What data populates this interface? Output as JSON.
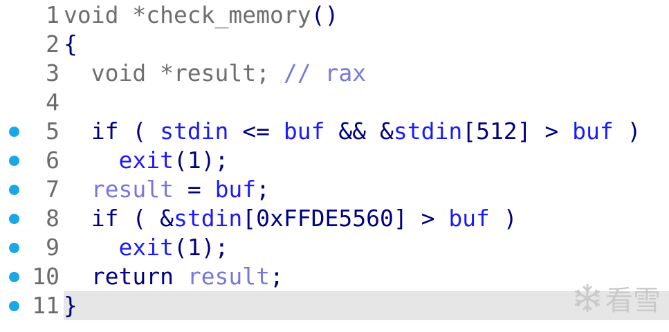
{
  "editor": {
    "lines": [
      {
        "num": "1",
        "breakpoint": false,
        "current": false,
        "tokens": [
          {
            "t": "void *check_memory",
            "c": "gray"
          },
          {
            "t": "()",
            "c": "navy"
          }
        ]
      },
      {
        "num": "2",
        "breakpoint": false,
        "current": false,
        "tokens": [
          {
            "t": "{",
            "c": "navy"
          }
        ]
      },
      {
        "num": "3",
        "breakpoint": false,
        "current": false,
        "tokens": [
          {
            "t": "  void *result; ",
            "c": "gray"
          },
          {
            "t": "// rax",
            "c": "purple"
          }
        ]
      },
      {
        "num": "4",
        "breakpoint": false,
        "current": false,
        "tokens": []
      },
      {
        "num": "5",
        "breakpoint": true,
        "current": false,
        "tokens": [
          {
            "t": "  if ( ",
            "c": "navy"
          },
          {
            "t": "stdin",
            "c": "blue"
          },
          {
            "t": " <= ",
            "c": "navy"
          },
          {
            "t": "buf",
            "c": "blue"
          },
          {
            "t": " && &",
            "c": "navy"
          },
          {
            "t": "stdin",
            "c": "blue"
          },
          {
            "t": "[512] > ",
            "c": "navy"
          },
          {
            "t": "buf",
            "c": "blue"
          },
          {
            "t": " )",
            "c": "navy"
          }
        ]
      },
      {
        "num": "6",
        "breakpoint": true,
        "current": false,
        "tokens": [
          {
            "t": "    exit",
            "c": "blue"
          },
          {
            "t": "(1);",
            "c": "navy"
          }
        ]
      },
      {
        "num": "7",
        "breakpoint": true,
        "current": false,
        "tokens": [
          {
            "t": "  result",
            "c": "purple"
          },
          {
            "t": " = ",
            "c": "navy"
          },
          {
            "t": "buf",
            "c": "blue"
          },
          {
            "t": ";",
            "c": "navy"
          }
        ]
      },
      {
        "num": "8",
        "breakpoint": true,
        "current": false,
        "tokens": [
          {
            "t": "  if ( &",
            "c": "navy"
          },
          {
            "t": "stdin",
            "c": "blue"
          },
          {
            "t": "[0xFFDE5560] > ",
            "c": "navy"
          },
          {
            "t": "buf",
            "c": "blue"
          },
          {
            "t": " )",
            "c": "navy"
          }
        ]
      },
      {
        "num": "9",
        "breakpoint": true,
        "current": false,
        "tokens": [
          {
            "t": "    exit",
            "c": "blue"
          },
          {
            "t": "(1);",
            "c": "navy"
          }
        ]
      },
      {
        "num": "10",
        "breakpoint": true,
        "current": false,
        "tokens": [
          {
            "t": "  return ",
            "c": "navy"
          },
          {
            "t": "result",
            "c": "purple"
          },
          {
            "t": ";",
            "c": "navy"
          }
        ]
      },
      {
        "num": "11",
        "breakpoint": true,
        "current": true,
        "tokens": [
          {
            "t": "}",
            "c": "navy"
          }
        ]
      }
    ]
  },
  "watermark": {
    "text": "看雪",
    "icon": "snowflake-icon"
  }
}
